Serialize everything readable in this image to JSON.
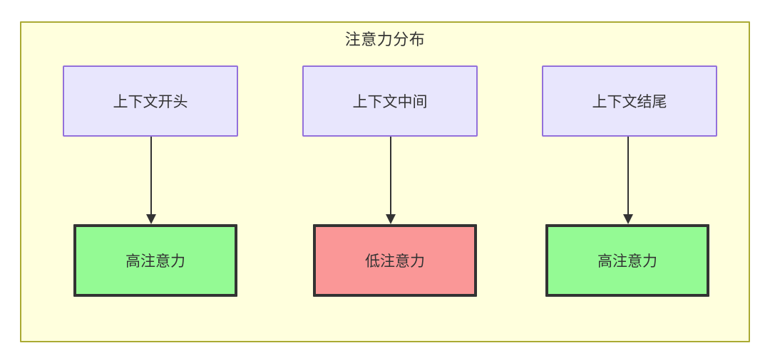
{
  "diagram": {
    "title": "注意力分布",
    "container": {
      "name": "attention-distribution-subgraph",
      "background_color": "#ffffdd",
      "border_color": "#aaaa33"
    },
    "colors": {
      "context_fill": "#e8e6fd",
      "context_border": "#9370db",
      "high_attention_fill": "#94fa94",
      "low_attention_fill": "#fa9797",
      "node_border_dark": "#333333",
      "edge": "#333333",
      "text": "#333333"
    },
    "context_nodes": [
      {
        "id": "ctx-start",
        "label": "上下文开头"
      },
      {
        "id": "ctx-mid",
        "label": "上下文中间"
      },
      {
        "id": "ctx-end",
        "label": "上下文结尾"
      }
    ],
    "attention_nodes": [
      {
        "id": "attn-high-1",
        "label": "高注意力",
        "level": "high"
      },
      {
        "id": "attn-low",
        "label": "低注意力",
        "level": "low"
      },
      {
        "id": "attn-high-2",
        "label": "高注意力",
        "level": "high"
      }
    ],
    "edges": [
      {
        "from": "ctx-start",
        "to": "attn-high-1",
        "arrow": "down"
      },
      {
        "from": "ctx-mid",
        "to": "attn-low",
        "arrow": "down"
      },
      {
        "from": "ctx-end",
        "to": "attn-high-2",
        "arrow": "down"
      }
    ]
  }
}
